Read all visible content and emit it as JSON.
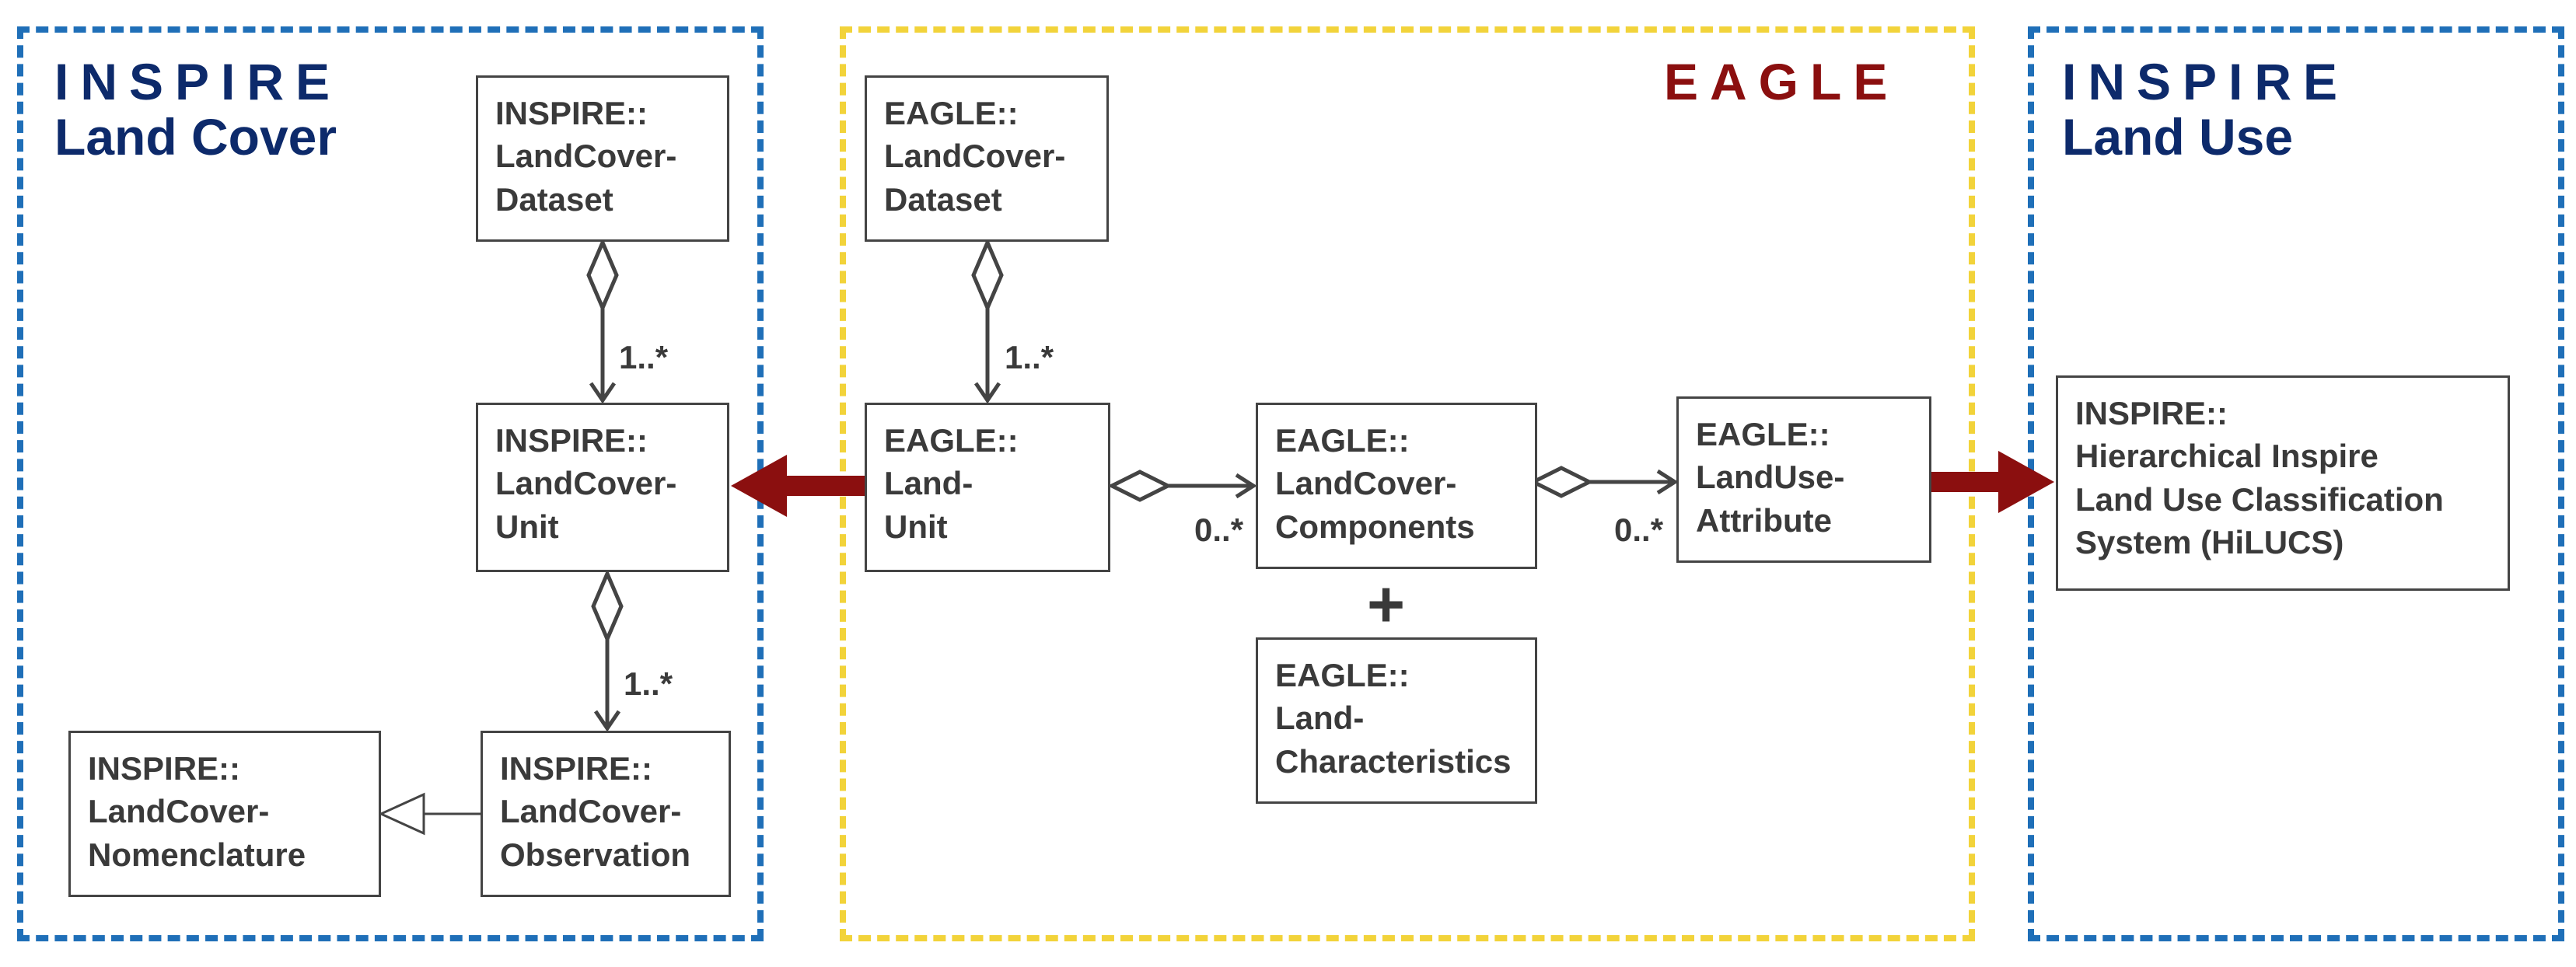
{
  "regions": {
    "inspire_land_cover": {
      "line1": "INSPIRE",
      "line2": "Land Cover"
    },
    "eagle": {
      "title": "EAGLE"
    },
    "inspire_land_use": {
      "line1": "INSPIRE",
      "line2": "Land Use"
    }
  },
  "boxes": {
    "lc_dataset": [
      "INSPIRE::",
      "LandCover-",
      "Dataset"
    ],
    "lc_unit": [
      "INSPIRE::",
      "LandCover-",
      "Unit"
    ],
    "lc_observation": [
      "INSPIRE::",
      "LandCover-",
      "Observation"
    ],
    "lc_nomenclature": [
      "INSPIRE::",
      "LandCover-",
      "Nomenclature"
    ],
    "eagle_dataset": [
      "EAGLE::",
      "LandCover-",
      "Dataset"
    ],
    "eagle_land_unit": [
      "EAGLE::",
      "Land-",
      "Unit"
    ],
    "eagle_components": [
      "EAGLE::",
      "LandCover-",
      "Components"
    ],
    "eagle_characteristics": [
      "EAGLE::",
      "Land-",
      "Characteristics"
    ],
    "eagle_landuse_attribute": [
      "EAGLE::",
      "LandUse-",
      "Attribute"
    ],
    "hilucs": [
      "INSPIRE::",
      "Hierarchical Inspire",
      "Land Use Classification",
      "System (HiLUCS)"
    ]
  },
  "multiplicities": {
    "lc_dataset_unit": "1..*",
    "lc_unit_observation": "1..*",
    "eagle_dataset_unit": "1..*",
    "eagle_unit_components": "0..*",
    "eagle_components_landuse": "0..*"
  },
  "plus_symbol": "+",
  "colors": {
    "blue_border": "#1f6fb8",
    "yellow_border": "#f2d33a",
    "title_navy": "#0d2a6b",
    "title_red": "#8b0f0f",
    "mapping_arrow": "#8b0f0f",
    "line": "#444444"
  }
}
